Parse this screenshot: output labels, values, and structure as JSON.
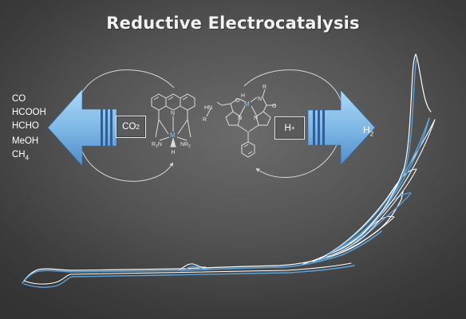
{
  "title": "Reductive Electrocatalysis",
  "co2_products": [
    "CO",
    "HCOOH",
    "HCHO",
    "MeOH",
    "CH4"
  ],
  "co2_box": {
    "main": "CO",
    "sub": "2"
  },
  "proton_box": {
    "main": "H",
    "sup": "+"
  },
  "h2_label": {
    "main": "H",
    "sub": "2"
  },
  "left_complex": {
    "metal": "M",
    "amine_left": "R2N",
    "amine_right": "NR2",
    "n_top": "N",
    "hydride": "H"
  },
  "right_complex": {
    "metal": "M",
    "hydride": "H",
    "nh_label": "HN",
    "r_top": "R",
    "r_left": "R",
    "o_left": "O",
    "o_right": "O",
    "n_labels": "N"
  },
  "colors": {
    "arrow_blue": "#8cc4ee",
    "arrow_dark": "#3a77b6",
    "cv_white": "#ffffff",
    "cv_blue": "#5aa3dc",
    "metal_blue": "#8fc3ee"
  }
}
